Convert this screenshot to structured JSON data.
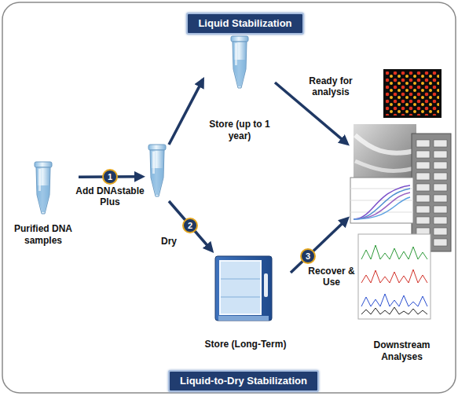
{
  "diagram": {
    "nodes": [
      {
        "text": [
          "Liquid Stabilization"
        ]
      },
      {
        "text": [
          "Purified DNA samples"
        ]
      },
      {
        "text": []
      },
      {
        "text": [
          "Store (up to 1 year)"
        ]
      },
      {
        "text": [
          "Store (Long-Term)"
        ]
      },
      {
        "text": [
          "Downstream Analyses"
        ]
      },
      {
        "text": [
          "Liquid-to-Dry Stabilization"
        ]
      }
    ],
    "edges": [
      {
        "from": 1,
        "to": 2,
        "label": "Add DNAstable Plus",
        "arrow": "to"
      },
      {
        "from": 2,
        "to": 3,
        "arrow": "to"
      },
      {
        "from": 2,
        "to": 4,
        "label": "Dry",
        "arrow": "to"
      },
      {
        "from": 3,
        "to": 5,
        "label": "Ready for analysis",
        "arrow": "to"
      },
      {
        "from": 4,
        "to": 5,
        "label": "Recover & Use",
        "arrow": "to"
      }
    ],
    "labels": [
      "1",
      "2",
      "3"
    ]
  }
}
